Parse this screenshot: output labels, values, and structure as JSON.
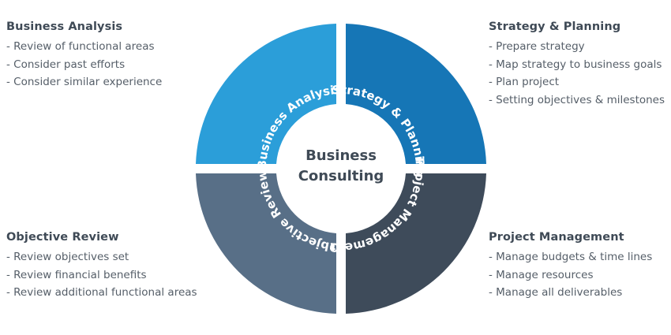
{
  "center": {
    "line1": "Business",
    "line2": "Consulting"
  },
  "colors": {
    "business_analysis": "#2b9ed9",
    "strategy_planning": "#1676b6",
    "project_management": "#3e4b5a",
    "objective_review": "#586f87"
  },
  "segments": {
    "business_analysis": "Business Analysis",
    "strategy_planning": "Strategy & Planning",
    "project_management": "Project Management",
    "objective_review": "Objective Review"
  },
  "blocks": {
    "business_analysis": {
      "title": "Business Analysis",
      "items": [
        "- Review of functional areas",
        "- Consider past efforts",
        "- Consider similar experience"
      ]
    },
    "strategy_planning": {
      "title": "Strategy & Planning",
      "items": [
        "- Prepare strategy",
        "- Map strategy to business goals",
        "- Plan project",
        "- Setting objectives & milestones"
      ]
    },
    "objective_review": {
      "title": "Objective Review",
      "items": [
        "- Review objectives set",
        "- Review financial benefits",
        "- Review additional functional areas"
      ]
    },
    "project_management": {
      "title": "Project Management",
      "items": [
        "- Manage budgets & time lines",
        "- Manage resources",
        "- Manage all deliverables"
      ]
    }
  }
}
